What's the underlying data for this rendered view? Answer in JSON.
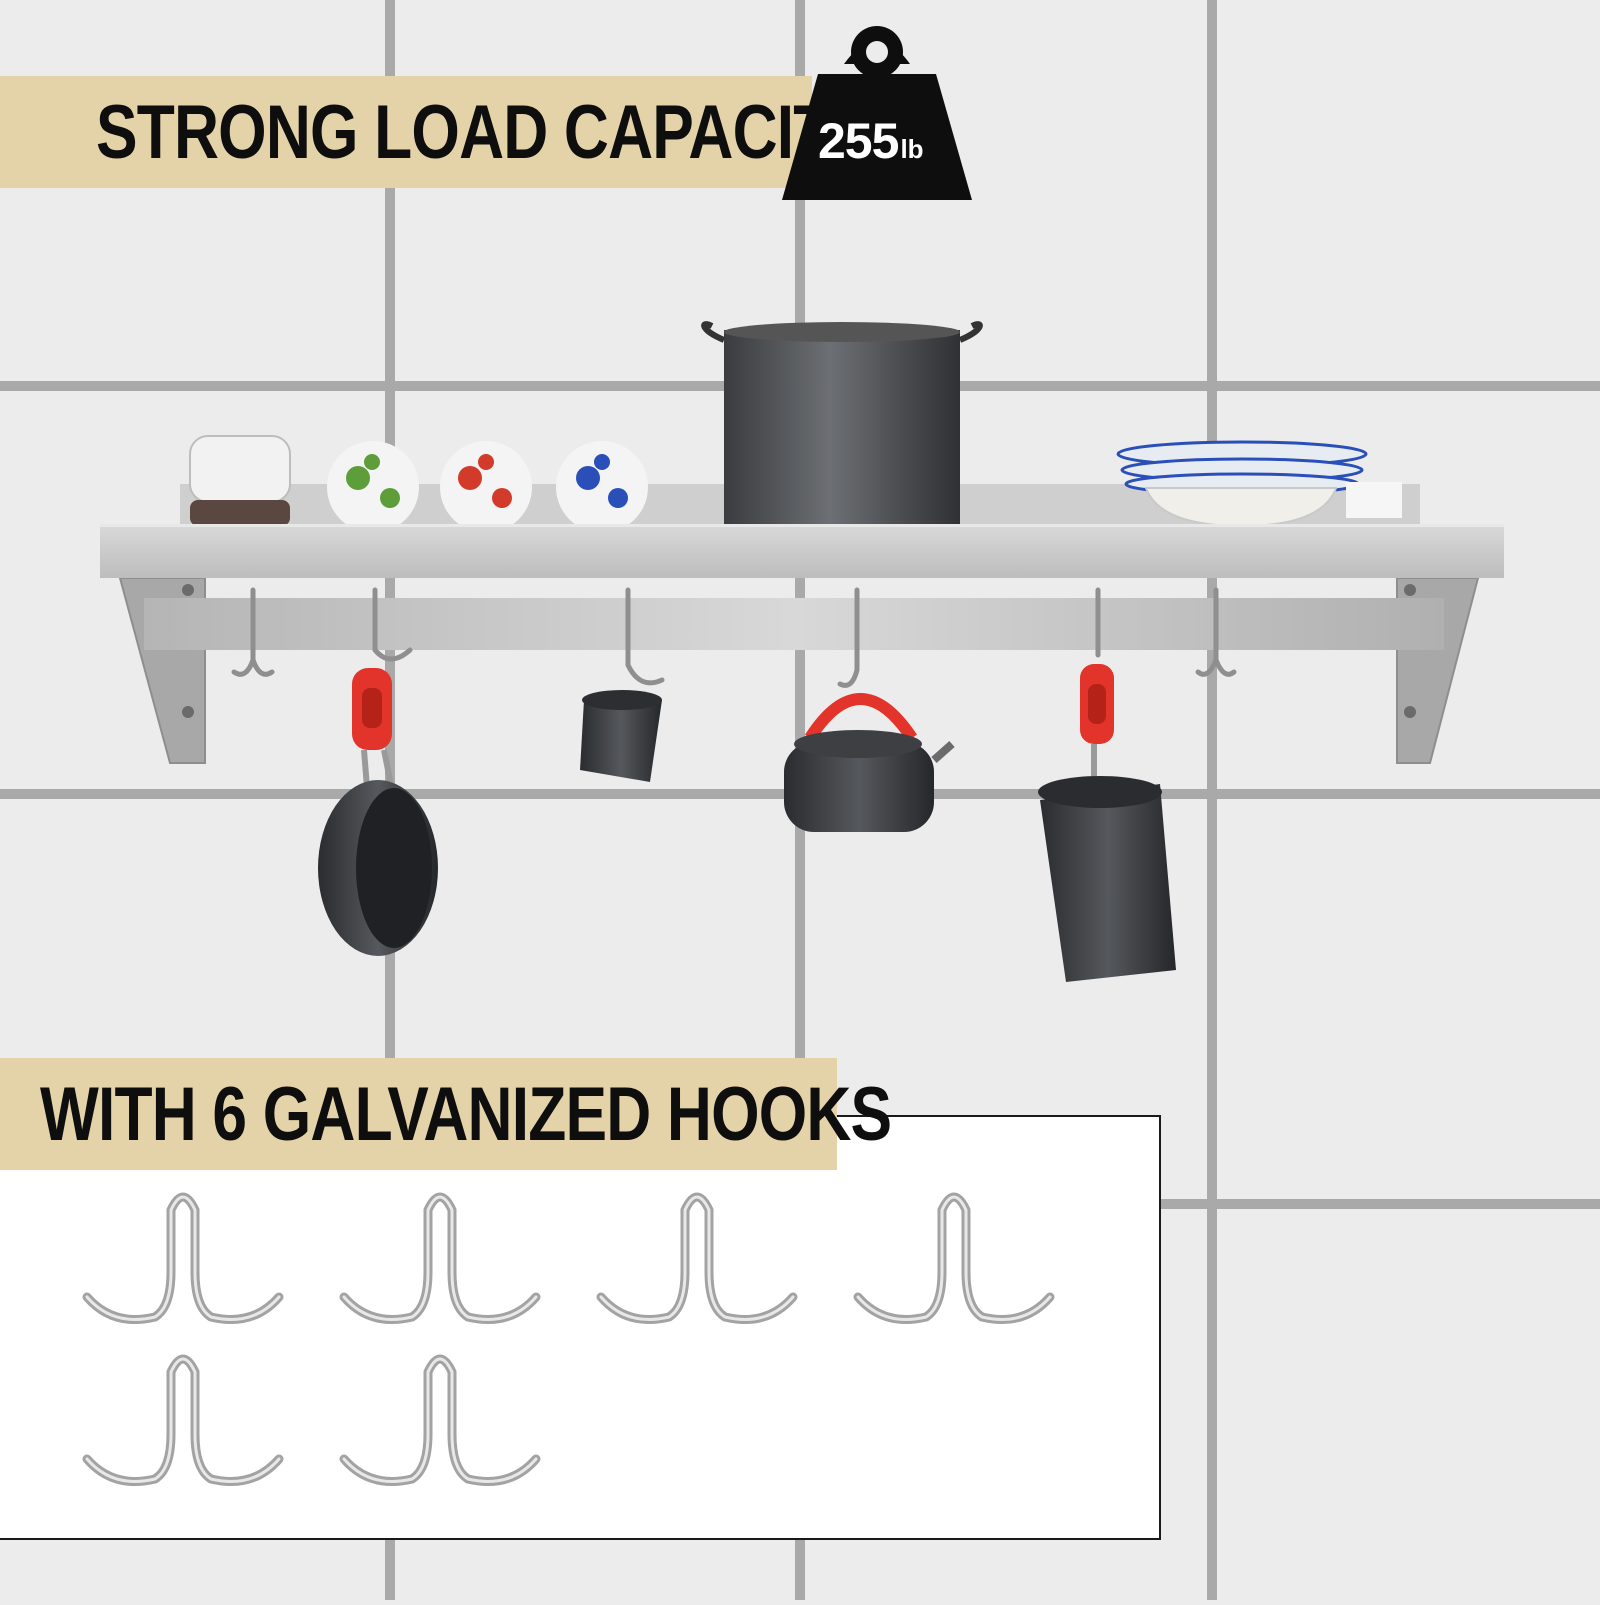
{
  "headline_top": "STRONG LOAD CAPACITY",
  "weight_badge": {
    "value": "255",
    "unit": "lb",
    "icon": "weight-icon"
  },
  "headline_bottom": "WITH 6 GALVANIZED HOOKS",
  "hooks_count": 6,
  "colors": {
    "banner": "#e4d3a8",
    "text": "#0e0e0e",
    "tile": "#ececec",
    "grout": "#a9a9a9",
    "steel": "#c9c9c9"
  }
}
